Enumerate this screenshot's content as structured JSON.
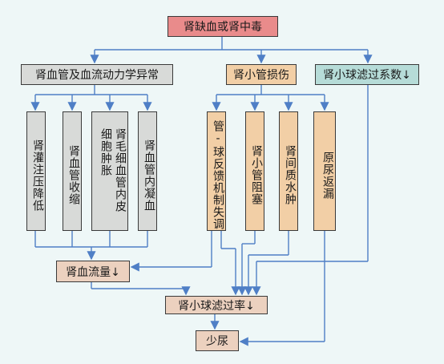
{
  "root": "肾缺血或肾中毒",
  "groups": {
    "hemodynamics": "肾血管及血流动力学异常",
    "tubular": "肾小管损伤",
    "filtration": "肾小球滤过系数↓"
  },
  "hemo_items": [
    "肾灌注压降低",
    "肾血管收缩",
    "肾毛细血管内皮细胞肿胀",
    "肾血管内凝血"
  ],
  "tubular_items": [
    "管-球反馈机制失调",
    "肾小管阻塞",
    "肾间质水肿",
    "原尿返漏"
  ],
  "renal_flow": "肾血流量↓",
  "gfr": "肾小球滤过率↓",
  "oliguria": "少尿",
  "colors": {
    "background": "#eef7f7",
    "root": "#e98b8b",
    "hemodynamics": "#d8dad8",
    "tubular": "#f2cfa6",
    "filtration": "#b6dcd8",
    "outcome": "#ecd1bf",
    "arrow": "#4f7fc6"
  }
}
